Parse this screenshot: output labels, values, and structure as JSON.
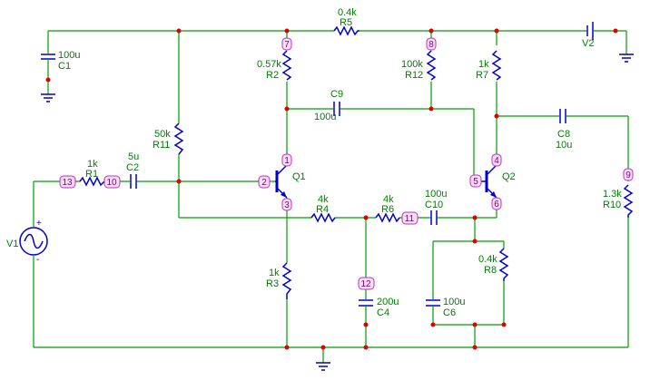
{
  "components": {
    "R1": {
      "name": "R1",
      "value": "1k"
    },
    "R2": {
      "name": "R2",
      "value": "0.57k"
    },
    "R3": {
      "name": "R3",
      "value": "1k"
    },
    "R4": {
      "name": "R4",
      "value": "4k"
    },
    "R5": {
      "name": "R5",
      "value": "0.4k"
    },
    "R6": {
      "name": "R6",
      "value": "4k"
    },
    "R7": {
      "name": "R7",
      "value": "1k"
    },
    "R8": {
      "name": "R8",
      "value": "0.4k"
    },
    "R10": {
      "name": "R10",
      "value": "1.3k"
    },
    "R11": {
      "name": "R11",
      "value": "50k"
    },
    "R12": {
      "name": "R12",
      "value": "100k"
    },
    "C1": {
      "name": "C1",
      "value": "100u"
    },
    "C2": {
      "name": "C2",
      "value": "5u"
    },
    "C4": {
      "name": "C4",
      "value": "200u"
    },
    "C6": {
      "name": "C6",
      "value": "100u"
    },
    "C8": {
      "name": "C8",
      "value": "10u"
    },
    "C9": {
      "name": "C9",
      "value": "100u"
    },
    "C10": {
      "name": "C10",
      "value": "100u"
    },
    "Q1": {
      "name": "Q1"
    },
    "Q2": {
      "name": "Q2"
    },
    "V1": {
      "name": "V1"
    },
    "V2": {
      "name": "V2"
    }
  },
  "nodes": {
    "n1": "1",
    "n2": "2",
    "n3": "3",
    "n4": "4",
    "n5": "5",
    "n6": "6",
    "n7": "7",
    "n8": "8",
    "n9": "9",
    "n10": "10",
    "n11": "11",
    "n12": "12",
    "n13": "13"
  },
  "polarity": {
    "plus": "+",
    "minus": "-"
  },
  "colors": {
    "wire": "#009e00",
    "component": "#0000cc",
    "junction": "#e00000",
    "label": "#008000",
    "node_marker": "#c030c0"
  }
}
